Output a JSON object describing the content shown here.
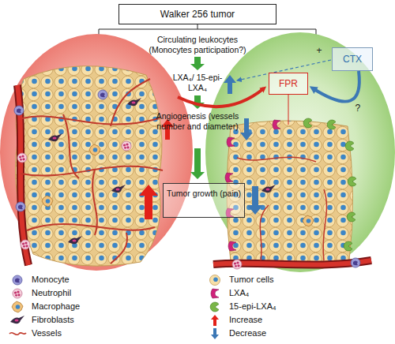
{
  "diagram": {
    "nodes": [
      {
        "text": [
          "Walker 256 tumor"
        ]
      },
      {
        "text": [
          "CTX"
        ]
      },
      {
        "text": [
          "FPR"
        ]
      },
      {
        "text": [
          "Tumor growth (pain)"
        ]
      }
    ],
    "edges": [
      {
        "from": 1,
        "to": 2,
        "arrow": "to",
        "label": "?"
      }
    ],
    "labels": [
      "Circulating leukocytes (Monocytes participation?)",
      "+",
      "LXA₄/ 15-epi-LXA₄",
      "Angiogenesis (vessels number and diameter)"
    ],
    "legend": [
      {
        "text": "Monocyte"
      },
      {
        "text": "Neutrophil"
      },
      {
        "text": "Macrophage"
      },
      {
        "text": "Fibroblasts"
      },
      {
        "text": "Vessels"
      },
      {
        "text": "Tumor cells"
      },
      {
        "text": "LXA₄"
      },
      {
        "text": "15-epi-LXA₄"
      },
      {
        "text": "Increase"
      },
      {
        "text": "Decrease"
      }
    ]
  }
}
